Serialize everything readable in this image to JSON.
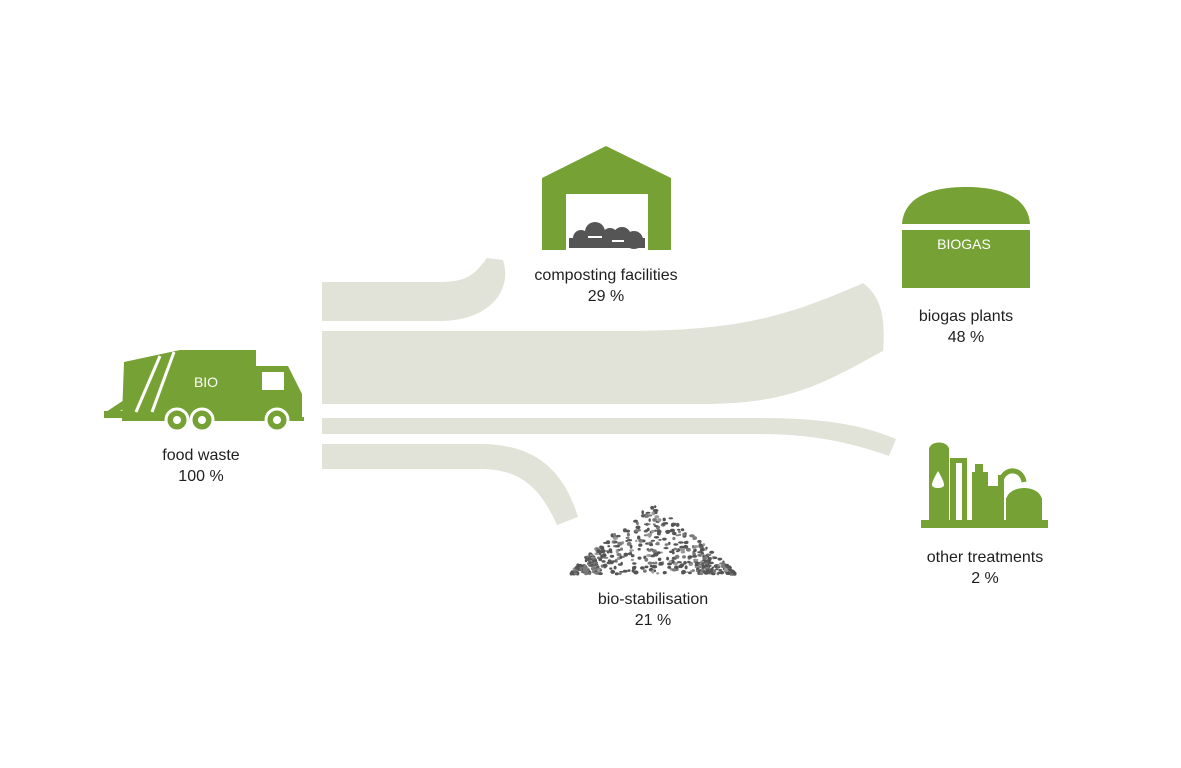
{
  "colors": {
    "accent": "#76a235",
    "flow": "#e1e3d8",
    "dark_grey": "#555555"
  },
  "source": {
    "name": "food waste",
    "value": "100 %",
    "icon": "garbage-truck-icon",
    "icon_text": "BIO"
  },
  "destinations": {
    "composting": {
      "name": "composting facilities",
      "value": "29 %",
      "icon": "composting-hall-icon"
    },
    "biogas": {
      "name": "biogas plants",
      "value": "48 %",
      "icon": "biogas-digester-icon",
      "icon_text": "BIOGAS"
    },
    "other": {
      "name": "other treatments",
      "value": "2 %",
      "icon": "treatment-plant-icon"
    },
    "biostab": {
      "name": "bio-stabilisation",
      "value": "21 %",
      "icon": "gravel-pile-icon"
    }
  }
}
